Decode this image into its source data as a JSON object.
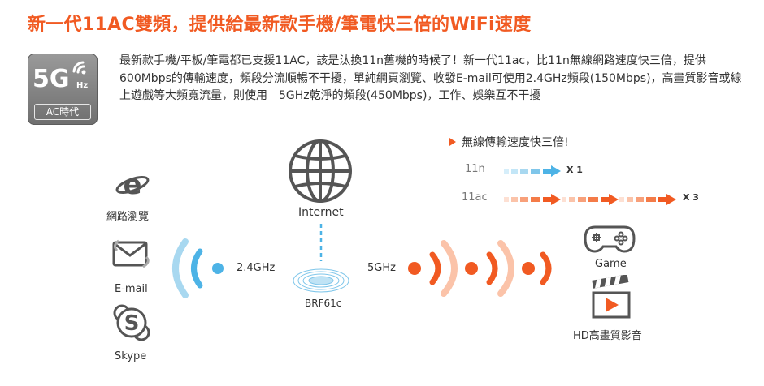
{
  "title": "新一代11AC雙頻，提供給最新款手機/筆電快三倍的WiFi速度",
  "badge": {
    "main": "5G",
    "unit": "Hz",
    "sub": "AC時代"
  },
  "description": "最新款手機/平板/筆電都已支援11AC，該是汰換11n舊機的時候了！新一代11ac，比11n無線網路速度快三倍，提供600Mbps的傳輸速度，頻段分流順暢不干擾，單純網頁瀏覽、收發E-mail可使用2.4GHz頻段(150Mbps)，高畫質影音或線上遊戲等大頻寬流量，則使用　5GHz乾淨的頻段(450Mbps)，工作、娛樂互不干擾",
  "speed": {
    "heading": "無線傳輸速度快三倍!",
    "rows": [
      {
        "label": "11n",
        "multiplier": "X 1"
      },
      {
        "label": "11ac",
        "multiplier": "X 3"
      }
    ]
  },
  "left_apps": [
    {
      "label": "網路瀏覽",
      "icon": "browser-icon"
    },
    {
      "label": "E-mail",
      "icon": "email-icon"
    },
    {
      "label": "Skype",
      "icon": "skype-icon"
    }
  ],
  "internet_label": "Internet",
  "band_24": "2.4GHz",
  "band_5": "5GHz",
  "router_label": "BRF61c",
  "right_apps": [
    {
      "label": "Game",
      "icon": "gamepad-icon"
    },
    {
      "label": "HD高畫質影音",
      "icon": "video-icon"
    }
  ],
  "colors": {
    "accent": "#f15a22",
    "blue": "#4db3e6",
    "lightblue": "#a8d8f0",
    "gray": "#555555"
  }
}
